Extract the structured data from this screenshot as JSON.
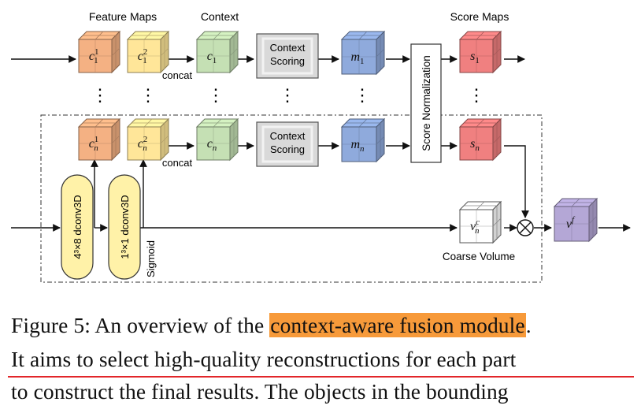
{
  "labels": {
    "feature_maps": "Feature Maps",
    "context": "Context",
    "score_maps": "Score Maps",
    "concat": "concat",
    "context_scoring_line1": "Context",
    "context_scoring_line2": "Scoring",
    "score_normalization": "Score Normalization",
    "conv_a": "4³×8 dconv3D",
    "conv_b": "1³×1 dconv3D",
    "sigmoid": "Sigmoid",
    "coarse_volume": "Coarse Volume",
    "ellipsis": "⋮"
  },
  "cubes": {
    "c1_1": {
      "base": "c",
      "sub": "1",
      "sup": "1"
    },
    "c1_2": {
      "base": "c",
      "sub": "1",
      "sup": "2"
    },
    "cn_1": {
      "base": "c",
      "sub": "n",
      "sup": "1"
    },
    "cn_2": {
      "base": "c",
      "sub": "n",
      "sup": "2"
    },
    "ctx_1": {
      "base": "c",
      "sub": "1"
    },
    "ctx_n": {
      "base": "c",
      "sub": "n"
    },
    "m_1": {
      "base": "m",
      "sub": "1"
    },
    "m_n": {
      "base": "m",
      "sub": "n"
    },
    "s_1": {
      "base": "s",
      "sub": "1"
    },
    "s_n": {
      "base": "s",
      "sub": "n"
    },
    "coarse": {
      "base": "v",
      "sub": "n",
      "sup": "c"
    },
    "fused": {
      "base": "v",
      "sup": "f"
    }
  },
  "colors": {
    "orange": "#f4b183",
    "yellow": "#ffe699",
    "green": "#c5e0b4",
    "blue": "#8faadc",
    "red": "#f08080",
    "purple": "#b4a7d6",
    "gray": "#d9d9d9",
    "white": "#ffffff",
    "caption_highlight": "#f79a3a",
    "underline": "#e2262a"
  },
  "caption": {
    "line1_prefix": "Figure 5: An overview of the ",
    "line1_highlight": "context-aware fusion module",
    "line1_suffix": ".",
    "line2": "It aims to select high-quality reconstructions for each part",
    "line3": "to construct the final results.  The objects in the bounding"
  }
}
